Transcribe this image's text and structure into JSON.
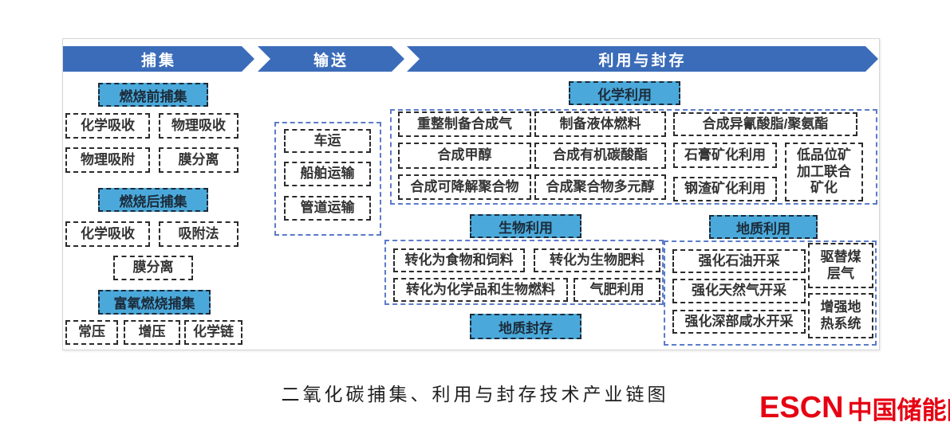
{
  "flow": {
    "arrows": [
      {
        "label": "捕集"
      },
      {
        "label": "输送"
      },
      {
        "label": "利用与封存"
      }
    ]
  },
  "capture": {
    "pre": {
      "header": "燃烧前捕集",
      "items": [
        "化学吸收",
        "物理吸收",
        "物理吸附",
        "膜分离"
      ]
    },
    "post": {
      "header": "燃烧后捕集",
      "items": [
        "化学吸收",
        "吸附法",
        "膜分离"
      ]
    },
    "oxy": {
      "header": "富氧燃烧捕集",
      "items": [
        "常压",
        "增压",
        "化学链"
      ]
    }
  },
  "transport": {
    "items": [
      "车运",
      "船舶运输",
      "管道运输"
    ]
  },
  "chemical": {
    "header": "化学利用",
    "row1": [
      "重整制备合成气",
      "制备液体燃料",
      "合成异氰酸脂/聚氨酯"
    ],
    "row2": [
      "合成甲醇",
      "合成有机碳酸酯",
      "石膏矿化利用"
    ],
    "row3": [
      "合成可降解聚合物",
      "合成聚合物多元醇",
      "钢渣矿化利用"
    ],
    "tall": "低品位矿加工联合矿化"
  },
  "biological": {
    "header": "生物利用",
    "items": [
      "转化为食物和饲料",
      "转化为生物肥料",
      "转化为化学品和生物燃料",
      "气肥利用"
    ]
  },
  "geological": {
    "header": "地质利用",
    "left": [
      "强化石油开采",
      "强化天然气开采",
      "强化深部咸水开采"
    ],
    "right": [
      "驱替煤层气",
      "增强地热系统"
    ]
  },
  "storage": {
    "header": "地质封存"
  },
  "caption": "二氧化碳捕集、利用与封存技术产业链图",
  "logo": {
    "escn": "ESCN",
    "site": "中国储能网",
    "color": "#e60012"
  },
  "colors": {
    "arrow_blue": "#3b6cb9",
    "section_header_blue": "#4aa9da",
    "container_dash_blue": "#5b7bc9",
    "box_dash_black": "#2b2b2b"
  }
}
